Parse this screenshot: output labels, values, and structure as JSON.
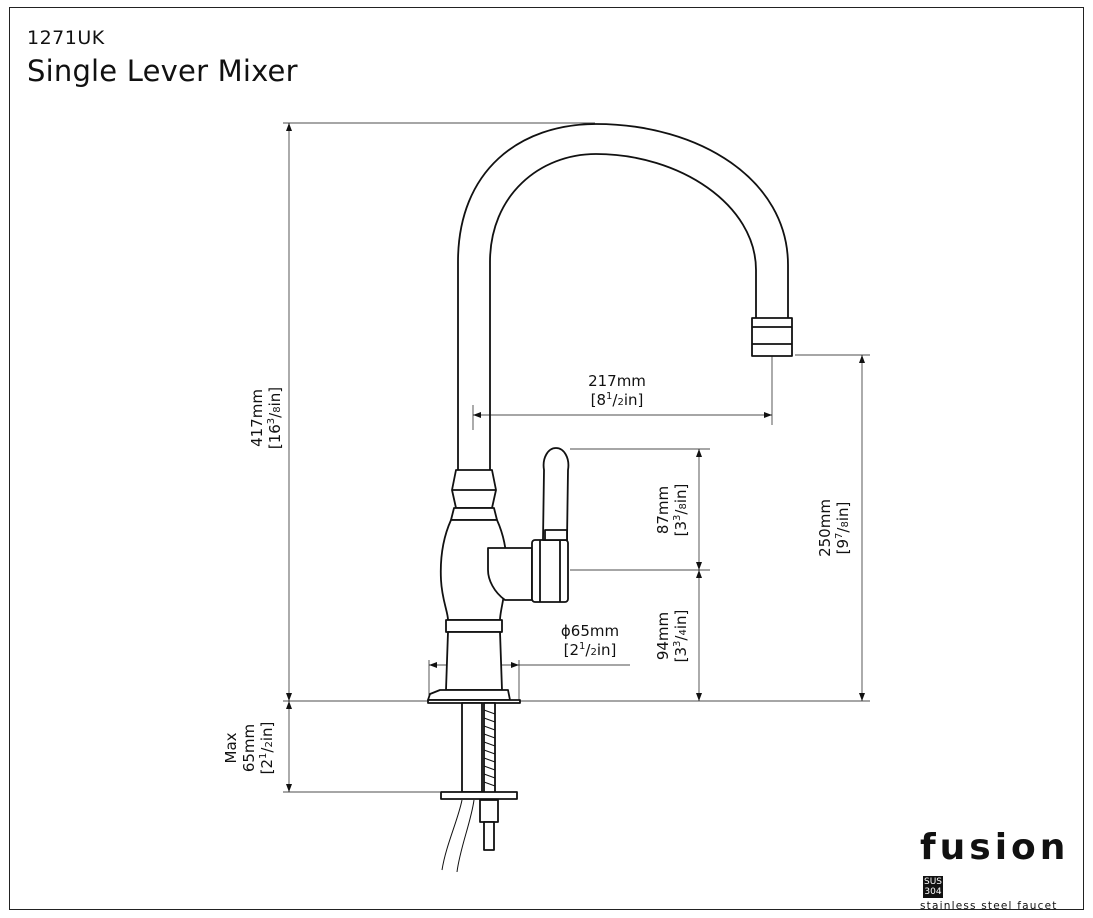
{
  "header": {
    "model": "1271UK",
    "title": "Single Lever Mixer"
  },
  "dimensions": {
    "height_total": {
      "mm": "417mm",
      "in_whole": "16",
      "in_num": "3",
      "in_den": "8",
      "in_unit": "in"
    },
    "reach": {
      "mm": "217mm",
      "in_whole": "8",
      "in_num": "1",
      "in_den": "2",
      "in_unit": "in"
    },
    "lever_height": {
      "mm": "87mm",
      "in_whole": "3",
      "in_num": "3",
      "in_den": "8",
      "in_unit": "in"
    },
    "spout_clearance": {
      "mm": "250mm",
      "in_whole": "9",
      "in_num": "7",
      "in_den": "8",
      "in_unit": "in"
    },
    "body_height": {
      "mm": "94mm",
      "in_whole": "3",
      "in_num": "3",
      "in_den": "4",
      "in_unit": "in"
    },
    "base_diameter": {
      "mm": "ϕ65mm",
      "in_whole": "2",
      "in_num": "1",
      "in_den": "2",
      "in_unit": "in"
    },
    "deck_thickness": {
      "label": "Max",
      "mm": "65mm",
      "in_whole": "2",
      "in_num": "1",
      "in_den": "2",
      "in_unit": "in"
    }
  },
  "brand": {
    "name": "fusion",
    "badge_top": "SUS",
    "badge_bottom": "304",
    "tagline": "stainless steel faucet"
  }
}
